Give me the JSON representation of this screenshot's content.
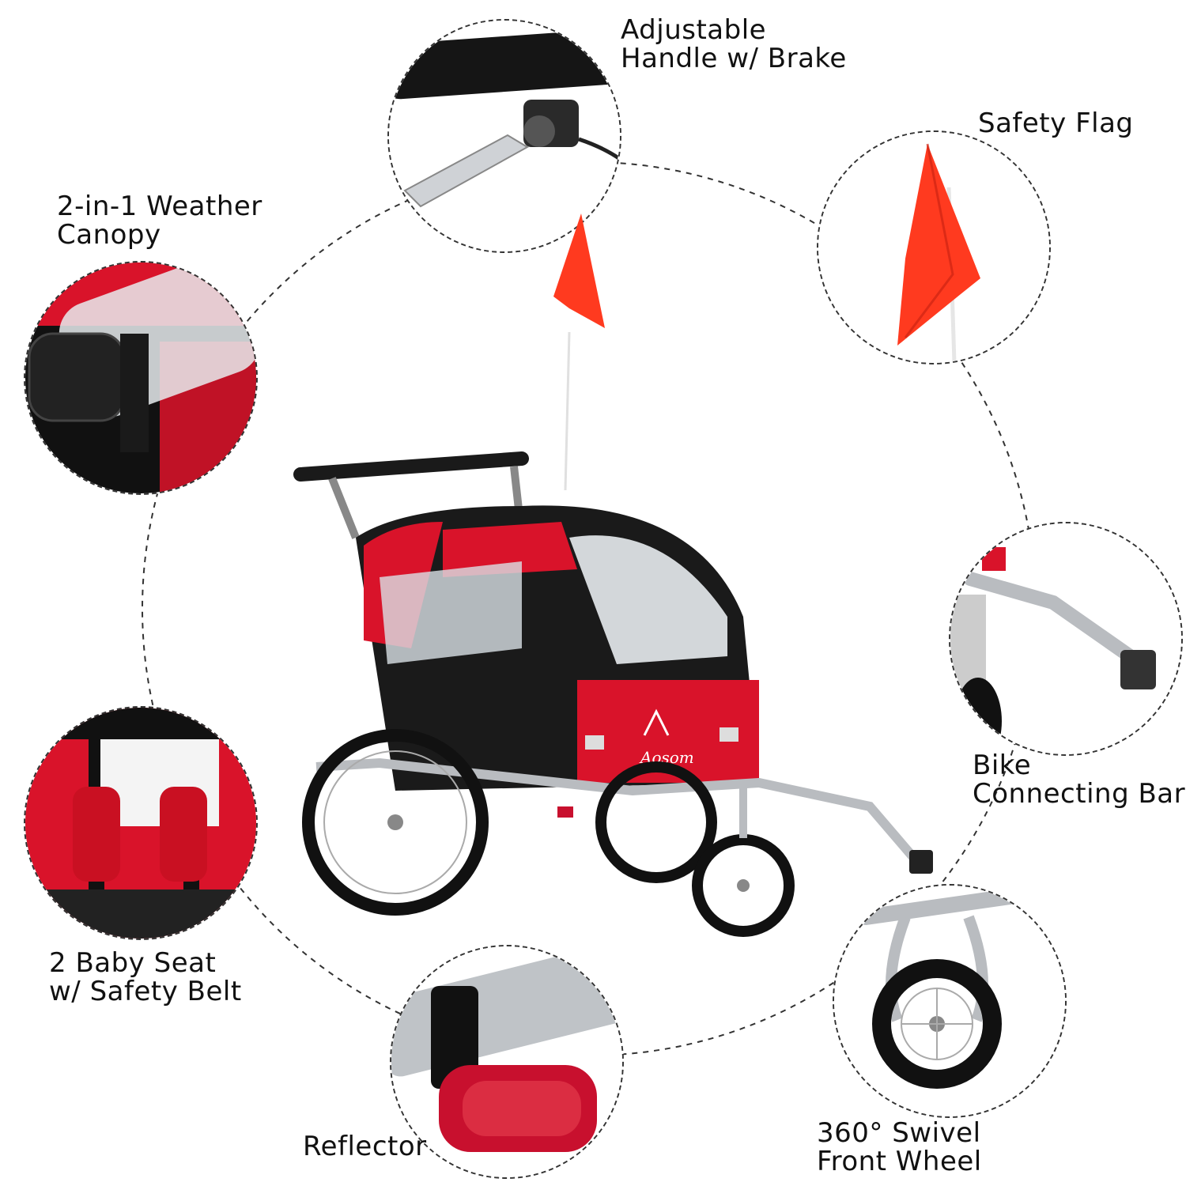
{
  "features": {
    "handle": {
      "line1": "Adjustable",
      "line2": "Handle w/ Brake"
    },
    "flag": {
      "line1": "Safety Flag"
    },
    "canopy": {
      "line1": "2-in-1 Weather",
      "line2": "Canopy"
    },
    "connecting_bar": {
      "line1": "Bike",
      "line2": "Connecting Bar"
    },
    "seat": {
      "line1": "2 Baby Seat",
      "line2": "w/ Safety Belt"
    },
    "reflector": {
      "line1": "Reflector"
    },
    "front_wheel": {
      "line1": "360° Swivel",
      "line2": "Front Wheel"
    }
  },
  "brand_logo": "Aosom",
  "colors": {
    "trailer_red": "#d9132a",
    "trailer_black": "#1a1a1a",
    "flag_red": "#ff3a1f",
    "frame_silver": "#b9bcc0"
  }
}
